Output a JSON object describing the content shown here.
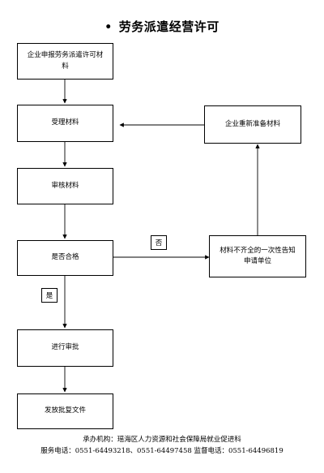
{
  "title": "劳务派遣经营许可",
  "nodes": {
    "apply": "企业申报劳务派遣许可材料",
    "accept": "受理材料",
    "review": "审核材料",
    "qualified": "是否合格",
    "approve": "进行审批",
    "issue": "发放批复文件",
    "notify": "材料不齐全的一次性告知申请单位",
    "resubmit": "企业重新准备材料"
  },
  "edge_labels": {
    "no": "否",
    "yes": "是"
  },
  "footer": {
    "agency": "承办机构：瑶海区人力资源和社会保障局就业促进科",
    "phones": "服务电话：0551-64493218、0551-64497458 监督电话：0551-64496819"
  }
}
